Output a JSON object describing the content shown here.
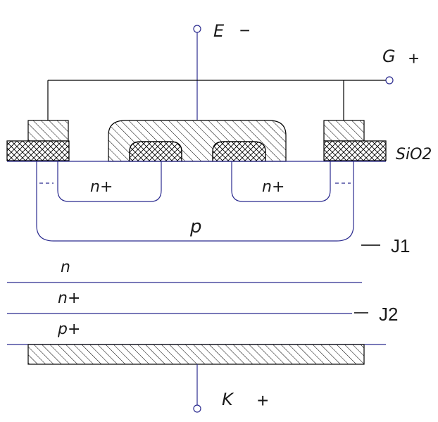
{
  "terminals": {
    "emitter": {
      "name": "E",
      "sign": "−"
    },
    "gate": {
      "name": "G",
      "sign": "+"
    },
    "collector": {
      "name": "K",
      "sign": "+"
    }
  },
  "oxide_label": "SiO2",
  "regions": {
    "n_plus_left": "n+",
    "n_plus_right": "n+",
    "p_base": "p",
    "n_drift": "n",
    "n_buffer": "n+",
    "p_substrate": "p+"
  },
  "junctions": {
    "j1": "J1",
    "j2": "J2"
  },
  "colors": {
    "line": "#000000",
    "semiconductor_line": "#2b2b8f",
    "background": "#ffffff"
  }
}
